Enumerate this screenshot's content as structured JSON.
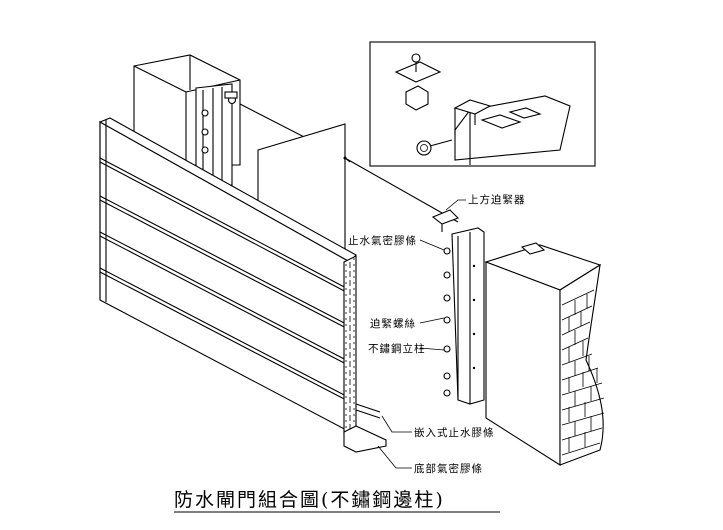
{
  "diagram": {
    "title": "防水閘門組合圖(不鏽鋼邊柱)",
    "labels": {
      "top_clamp": "上方迫緊器",
      "side_gasket": "止水氣密膠條",
      "clamp_bolt": "迫緊螺絲",
      "ss_post": "不鏽鋼立柱",
      "embedded_seal": "嵌入式止水膠條",
      "bottom_gasket": "底部氣密膠條"
    },
    "colors": {
      "ink": "#000000",
      "paper": "#ffffff"
    }
  }
}
